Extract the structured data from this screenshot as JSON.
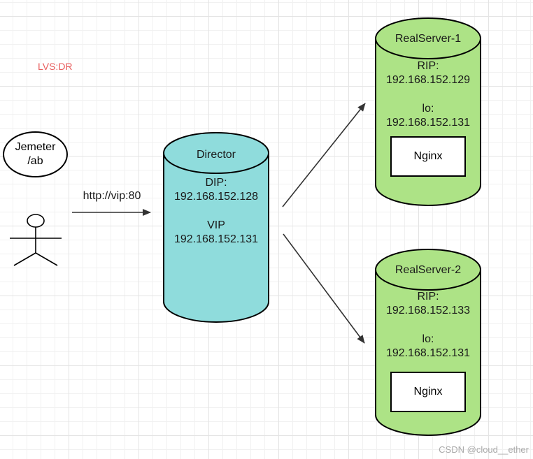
{
  "title": "LVS:DR",
  "client": {
    "label": "Jemeter\n/ab"
  },
  "request": {
    "label": "http://vip:80"
  },
  "director": {
    "name": "Director",
    "dip_label": "DIP:",
    "dip": "192.168.152.128",
    "vip_label": "VIP",
    "vip": "192.168.152.131"
  },
  "servers": [
    {
      "name": "RealServer-1",
      "rip_label": "RIP:",
      "rip": "192.168.152.129",
      "lo_label": "lo:",
      "lo": "192.168.152.131",
      "app": "Nginx"
    },
    {
      "name": "RealServer-2",
      "rip_label": "RIP:",
      "rip": "192.168.152.133",
      "lo_label": "lo:",
      "lo": "192.168.152.131",
      "app": "Nginx"
    }
  ],
  "watermark": "CSDN @cloud__ether",
  "colors": {
    "director_fill": "#8fdcdc",
    "server_fill": "#ade386",
    "title": "#e85d5d",
    "stroke": "#000000"
  }
}
